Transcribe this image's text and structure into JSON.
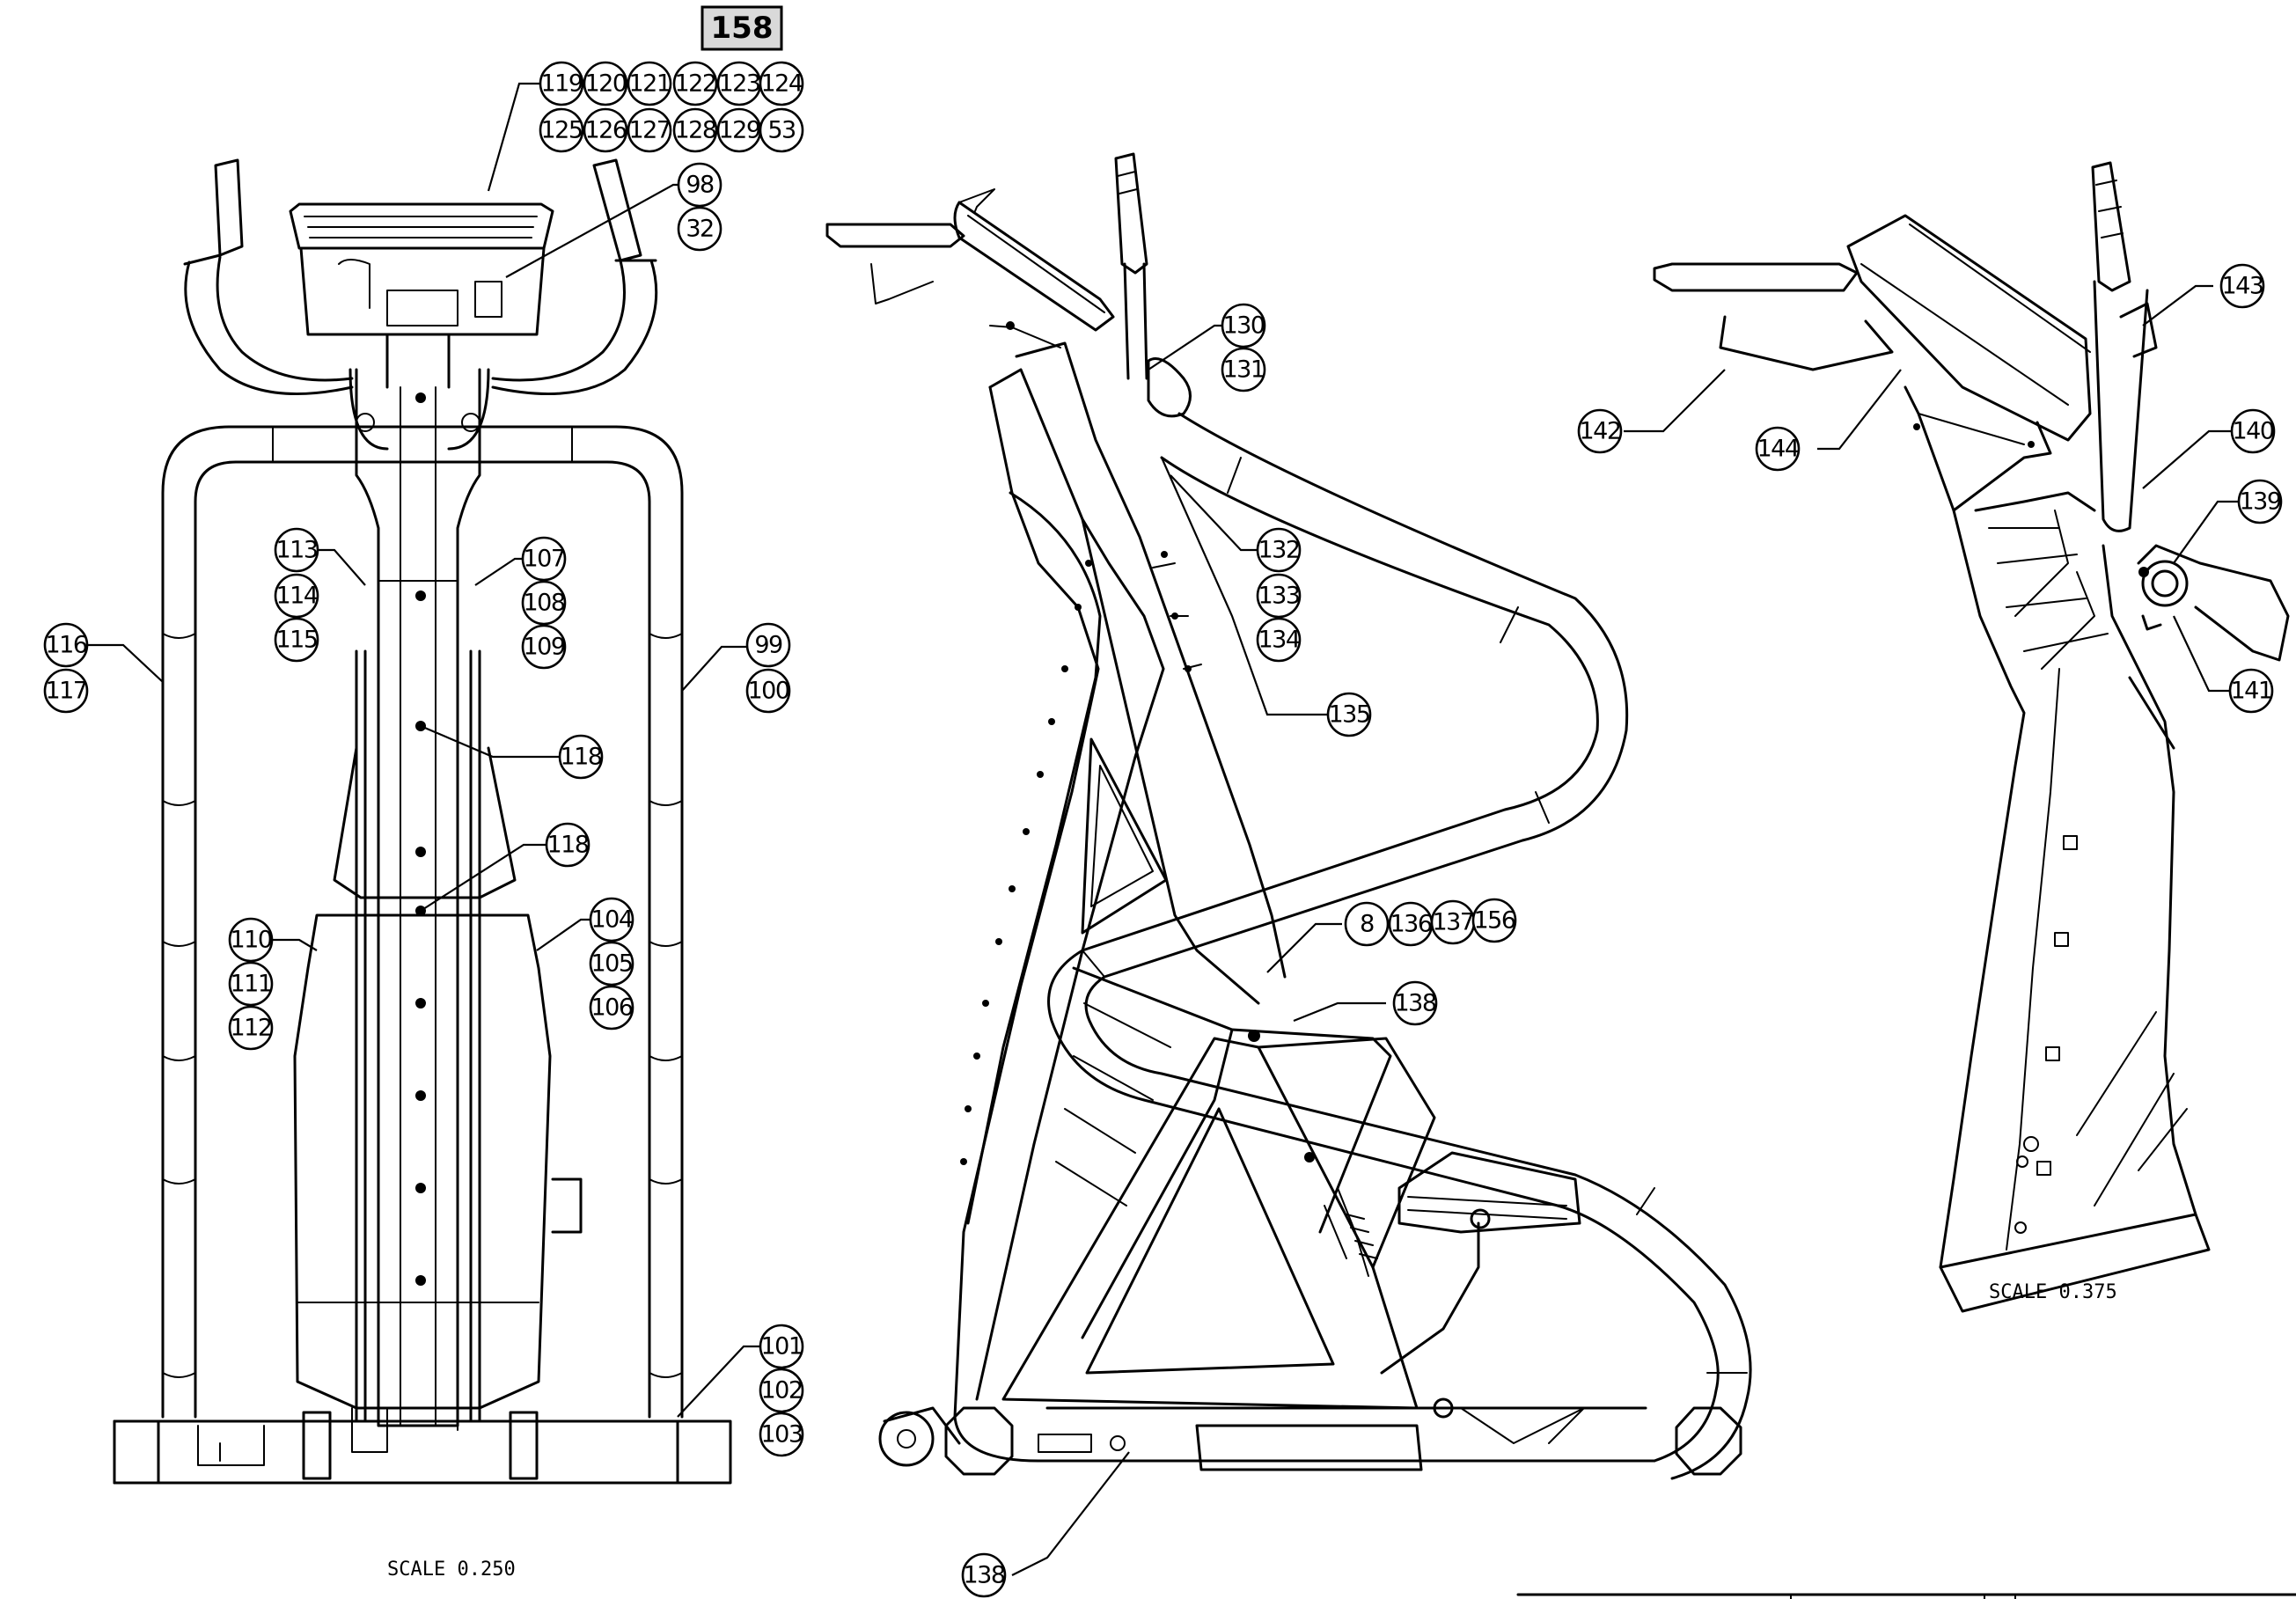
{
  "figure": {
    "assembly_tag": "158",
    "scales": {
      "front": "SCALE 0.250",
      "detail": "SCALE 0.375"
    },
    "callouts": {
      "c119": "119",
      "c120": "120",
      "c121": "121",
      "c122": "122",
      "c123": "123",
      "c124": "124",
      "c125": "125",
      "c126": "126",
      "c127": "127",
      "c128": "128",
      "c129": "129",
      "c53": "53",
      "c98": "98",
      "c32": "32",
      "c113": "113",
      "c114": "114",
      "c115": "115",
      "c107": "107",
      "c108": "108",
      "c109": "109",
      "c116": "116",
      "c117": "117",
      "c99": "99",
      "c100": "100",
      "c118a": "118",
      "c118b": "118",
      "c110": "110",
      "c111": "111",
      "c112": "112",
      "c104": "104",
      "c105": "105",
      "c106": "106",
      "c101": "101",
      "c102": "102",
      "c103": "103",
      "c130": "130",
      "c131": "131",
      "c132": "132",
      "c133": "133",
      "c134": "134",
      "c135": "135",
      "c8": "8",
      "c136": "136",
      "c137": "137",
      "c156": "156",
      "c138a": "138",
      "c138b": "138",
      "c143": "143",
      "c142": "142",
      "c144": "144",
      "c140": "140",
      "c139": "139",
      "c141": "141"
    }
  }
}
